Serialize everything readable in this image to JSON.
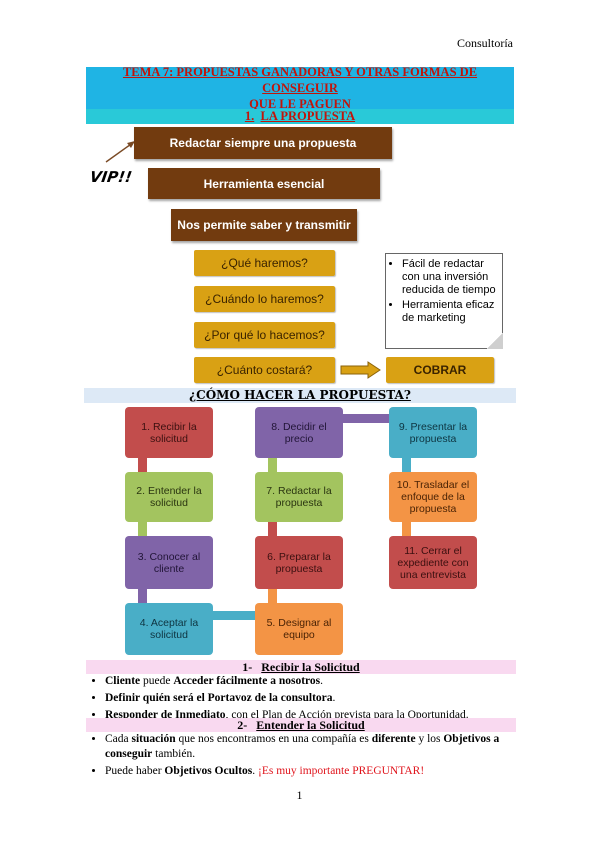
{
  "header": {
    "right_text": "Consultoría"
  },
  "title": {
    "line1": "TEMA 7: PROPUESTAS GANADORAS Y OTRAS FORMAS DE CONSEGUIR",
    "line2": "QUE LE PAGUEN"
  },
  "section1": {
    "number": "1.",
    "title": "LA PROPUESTA"
  },
  "brown_boxes": [
    "Redactar siempre una propuesta",
    "Herramienta esencial",
    "Nos permite saber y transmitir"
  ],
  "vip": "VIP!!",
  "questions": [
    "¿Qué haremos?",
    "¿Cuándo lo haremos?",
    "¿Por qué lo hacemos?",
    "¿Cuánto costará?"
  ],
  "cobrar": "COBRAR",
  "note": {
    "items": [
      "Fácil de redactar con una inversión reducida de tiempo",
      "Herramienta eficaz de marketing"
    ]
  },
  "como": "¿CÓMO HACER LA PROPUESTA?",
  "steps": [
    {
      "num": "1.",
      "text": "Recibir la solicitud"
    },
    {
      "num": "2.",
      "text": "Entender la solicitud"
    },
    {
      "num": "3.",
      "text": "Conocer al cliente"
    },
    {
      "num": "4.",
      "text": "Aceptar la solicitud"
    },
    {
      "num": "5.",
      "text": "Designar al equipo"
    },
    {
      "num": "6.",
      "text": "Preparar la propuesta"
    },
    {
      "num": "7.",
      "text": "Redactar la propuesta"
    },
    {
      "num": "8.",
      "text": "Decidir el precio"
    },
    {
      "num": "9.",
      "text": "Presentar la propuesta"
    },
    {
      "num": "10.",
      "text": "Trasladar el enfoque de la propuesta"
    },
    {
      "num": "11.",
      "text": "Cerrar el expediente con una entrevista"
    }
  ],
  "sec_a": {
    "number": "1-",
    "title": "Recibir la Solicitud"
  },
  "bul_a": {
    "b1": {
      "p1": "Cliente",
      "p2": " puede ",
      "p3": "Acceder fácilmente a nosotros",
      "p4": "."
    },
    "b2": {
      "p1": "Definir quién será el Portavoz de la consultora",
      "p2": "."
    },
    "b3": {
      "p1": "Responder de Inmediato",
      "p2": ", con el ",
      "p3": "Plan de Acción",
      "p4": " prevista para la ",
      "p5": "Oportunidad",
      "p6": "."
    }
  },
  "sec_b": {
    "number": "2-",
    "title": "Entender la Solicitud"
  },
  "bul_b": {
    "b1": {
      "p1": "Cada ",
      "p2": "situación",
      "p3": " que nos encontramos en una compañía es ",
      "p4": "diferente",
      "p5": " y los ",
      "p6": "Objetivos a conseguir",
      "p7": " también."
    },
    "b2": {
      "p1": "Puede haber ",
      "p2": "Objetivos Ocultos",
      "p3": ". ",
      "p4": "¡Es muy importante PREGUNTAR!"
    }
  },
  "page_number": "1",
  "colors": {
    "brown": "#723b0f",
    "gold": "#d9a114",
    "title_bg": "#1fb4e4",
    "title_text": "#c0150b"
  }
}
